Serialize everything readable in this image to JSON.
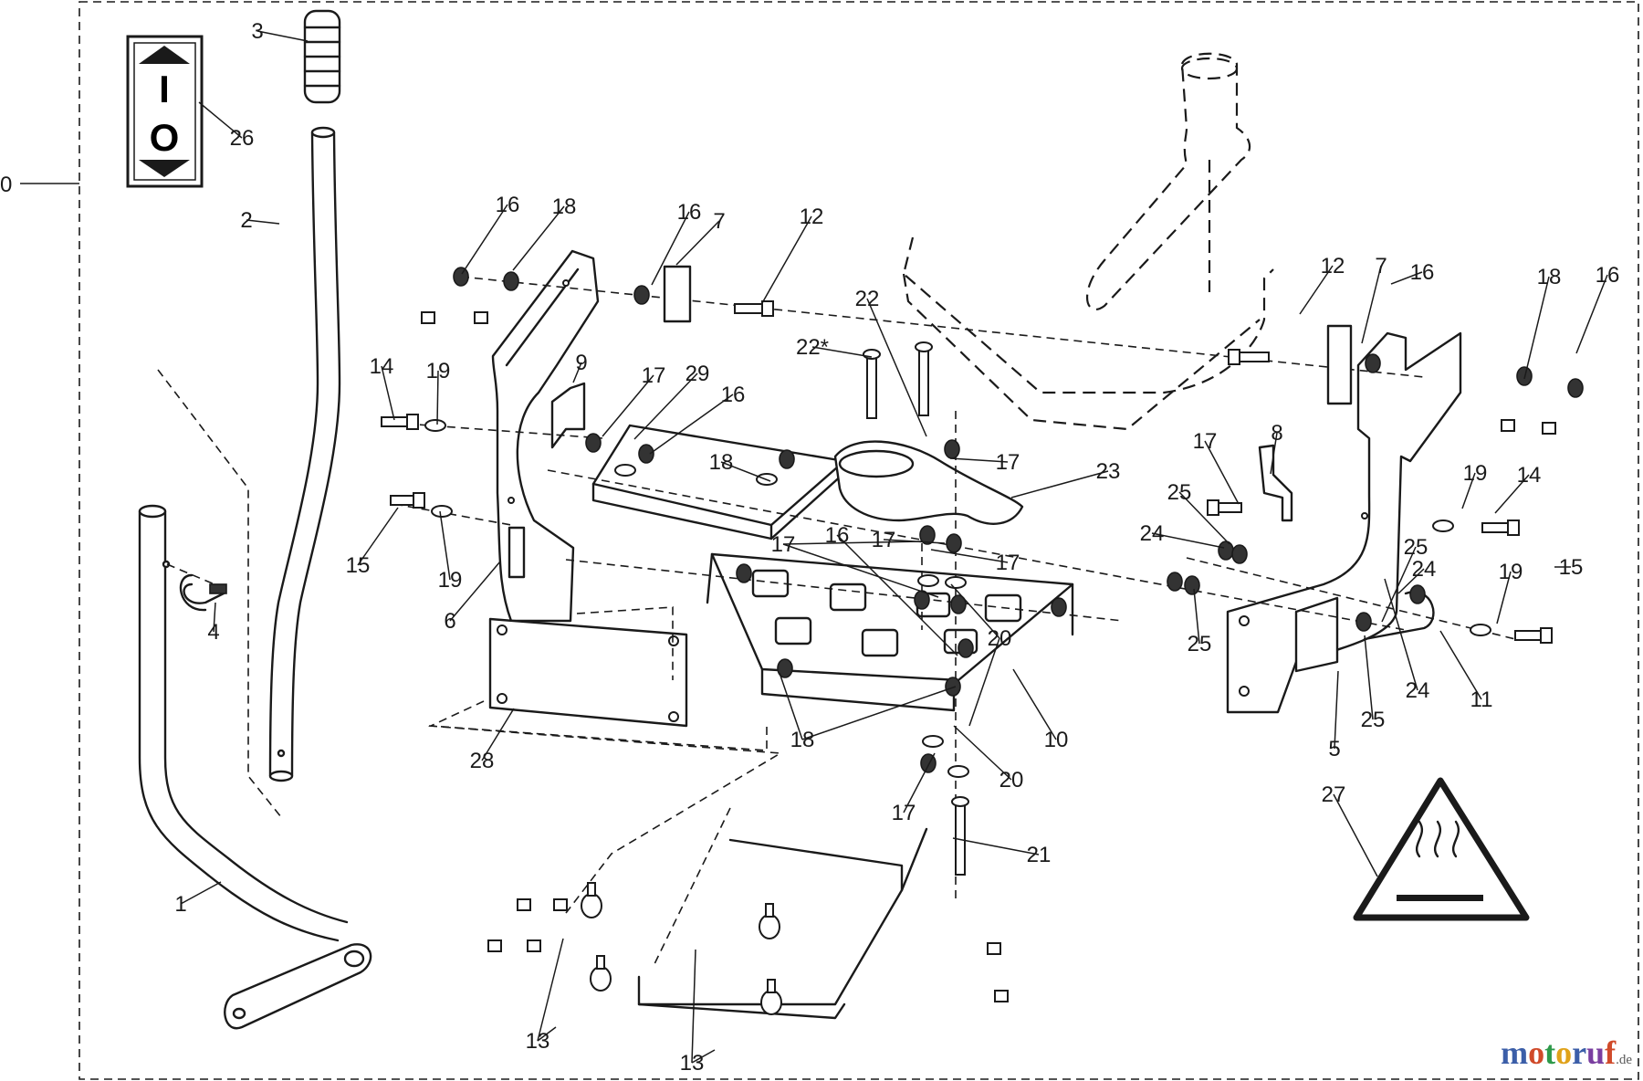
{
  "diagram": {
    "assembly_ref": "0",
    "callouts": [
      "1",
      "2",
      "3",
      "4",
      "5",
      "6",
      "7",
      "7",
      "8",
      "9",
      "10",
      "11",
      "12",
      "12",
      "13",
      "13",
      "14",
      "14",
      "15",
      "15",
      "16",
      "16",
      "16",
      "16",
      "16",
      "16",
      "17",
      "17",
      "17",
      "17",
      "17",
      "17",
      "17",
      "18",
      "18",
      "18",
      "18",
      "19",
      "19",
      "19",
      "19",
      "20",
      "20",
      "21",
      "22",
      "22*",
      "23",
      "24",
      "24",
      "24",
      "25",
      "25",
      "25",
      "25",
      "26",
      "27",
      "28",
      "29"
    ]
  },
  "decals": {
    "on_off": {
      "top_letter": "I",
      "bottom_letter": "O"
    },
    "warning_icon": "hot-surface-warning-icon"
  },
  "watermark": {
    "brand": "motoruf",
    "suffix": ".de"
  },
  "colors": {
    "line": "#1a1a1a",
    "background": "#ffffff"
  }
}
